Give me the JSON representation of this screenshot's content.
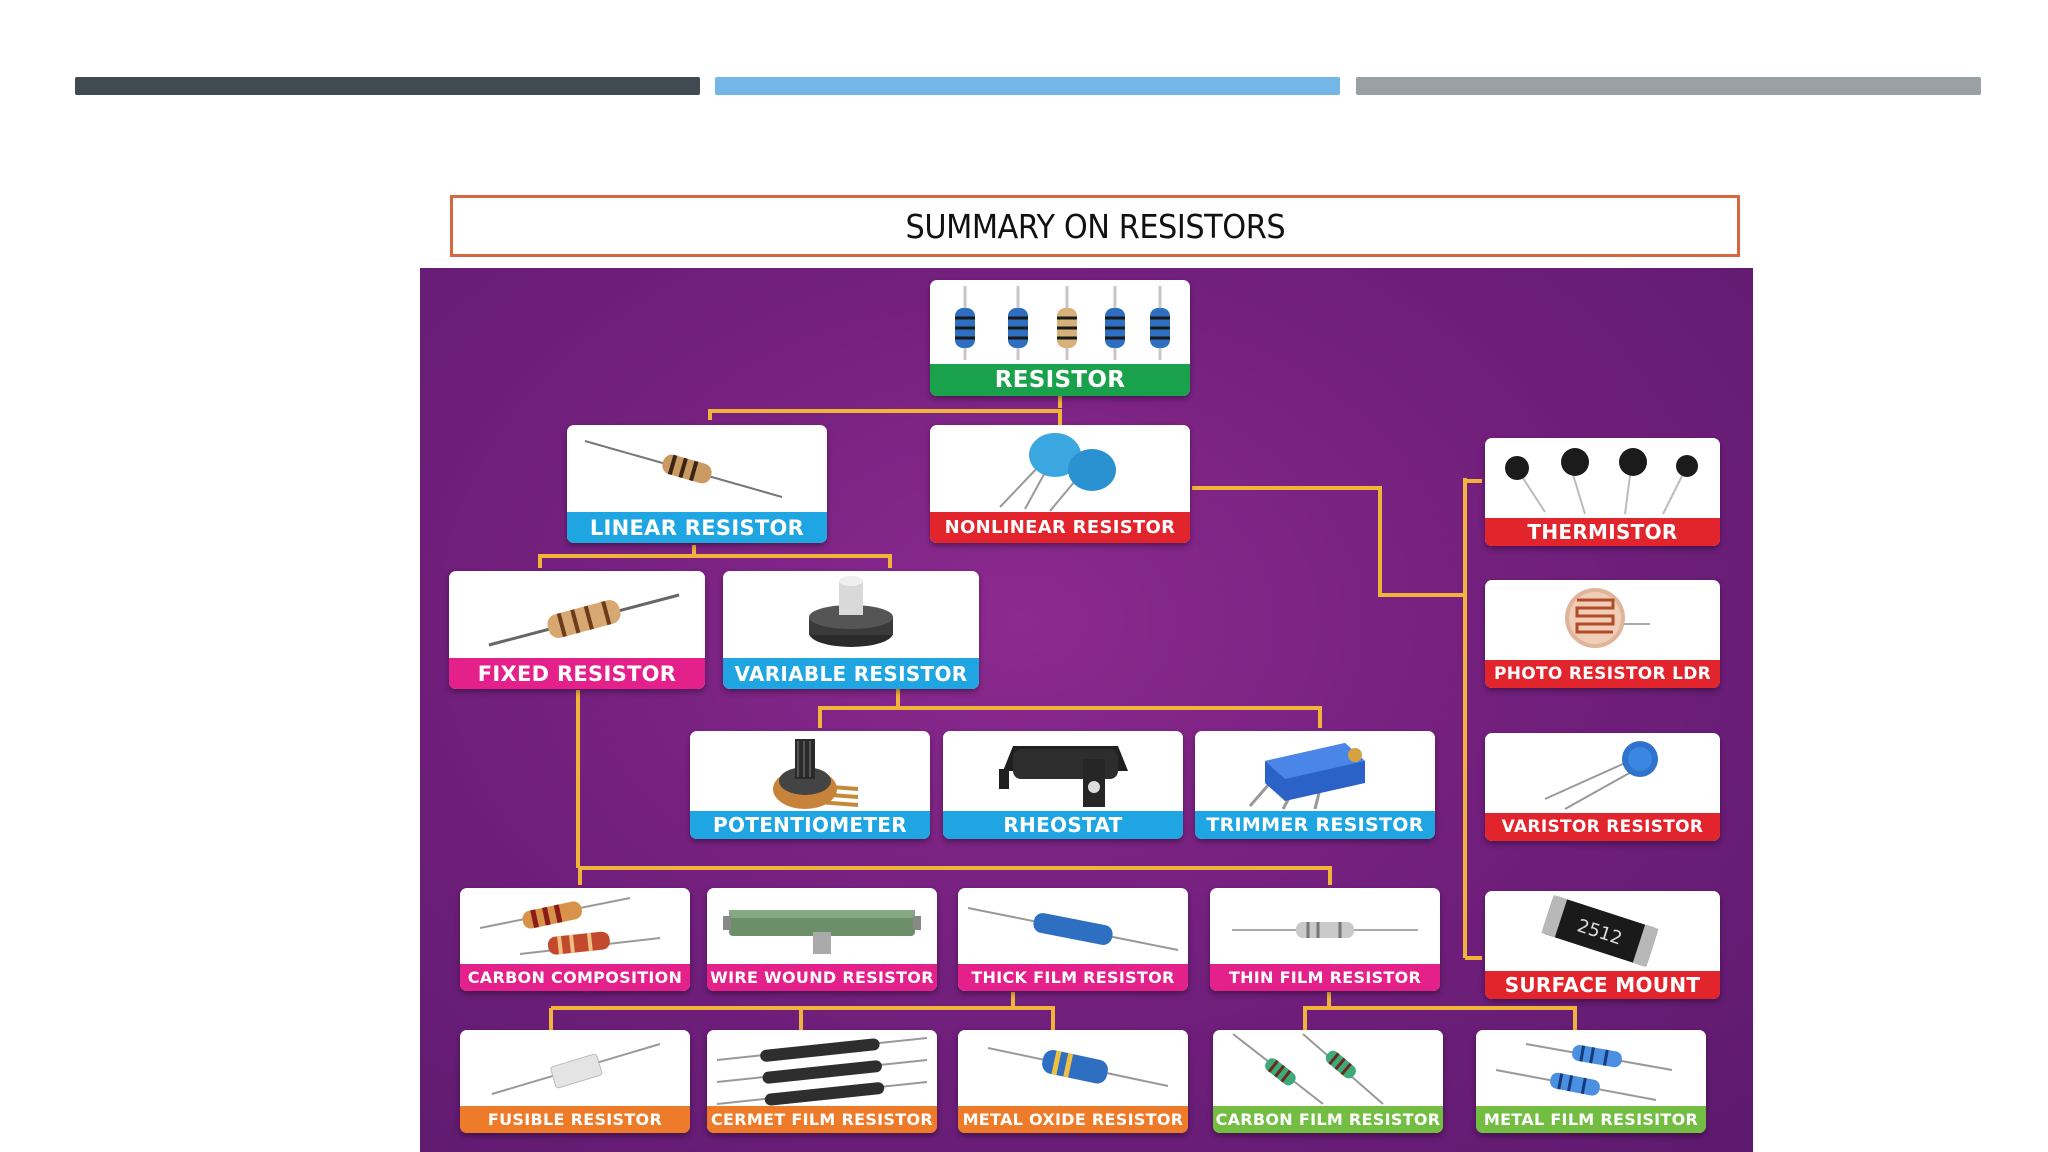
{
  "title": "SUMMARY ON RESISTORS",
  "colors": {
    "bar_dark": "#3f4b50",
    "bar_blue": "#74b7e6",
    "bar_gray": "#9aa1a4",
    "title_border": "#d8673f",
    "background_purple": "#74207e",
    "connector": "#f2b33a",
    "label_green": "#19a24b",
    "label_blue": "#1fa6e2",
    "label_red": "#e2242c",
    "label_magenta": "#e4208a",
    "label_orange": "#ee7b2a",
    "label_lime": "#74bd43"
  },
  "nodes": {
    "resistor": "RESISTOR",
    "linear": "LINEAR RESISTOR",
    "nonlinear": "NONLINEAR RESISTOR",
    "fixed": "FIXED RESISTOR",
    "variable": "VARIABLE RESISTOR",
    "potentiometer": "POTENTIOMETER",
    "rheostat": "RHEOSTAT",
    "trimmer": "TRIMMER RESISTOR",
    "thermistor": "THERMISTOR",
    "photo": "PHOTO RESISTOR LDR",
    "varistor": "VARISTOR RESISTOR",
    "surface": "SURFACE MOUNT",
    "surface_code": "2512",
    "carbon_comp": "CARBON COMPOSITION",
    "wire_wound": "WIRE WOUND RESISTOR",
    "thick_film": "THICK FILM RESISTOR",
    "thin_film": "THIN FILM RESISTOR",
    "fusible": "FUSIBLE RESISTOR",
    "cermet": "CERMET FILM RESISTOR",
    "metal_oxide": "METAL OXIDE RESISTOR",
    "carbon_film": "CARBON FILM RESISTOR",
    "metal_film": "METAL FILM RESISITOR"
  }
}
